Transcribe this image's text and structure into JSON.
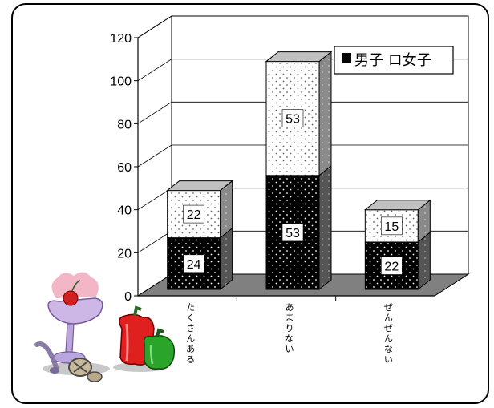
{
  "chart_data": {
    "type": "bar",
    "stacked": true,
    "three_d": true,
    "categories": [
      "たくさんある",
      "あまりない",
      "ぜんぜんない"
    ],
    "series": [
      {
        "name": "男子",
        "values": [
          24,
          53,
          22
        ],
        "color": "#000000",
        "pattern": "white-dots-on-black"
      },
      {
        "name": "女子",
        "values": [
          22,
          53,
          15
        ],
        "color": "#ffffff",
        "pattern": "black-dots-on-white"
      }
    ],
    "ylim": [
      0,
      120
    ],
    "yticks": [
      0,
      20,
      40,
      60,
      80,
      100,
      120
    ],
    "grid": true,
    "legend_position": "top-right",
    "legend_text": "男子 ロ女子",
    "colors": {
      "floor": "#808080",
      "bar_side": "#808080",
      "bar_top": "#c0c0c0"
    }
  },
  "decorations": [
    {
      "icon": "ice-cream-sundae-icon"
    },
    {
      "icon": "bell-peppers-icon"
    }
  ]
}
